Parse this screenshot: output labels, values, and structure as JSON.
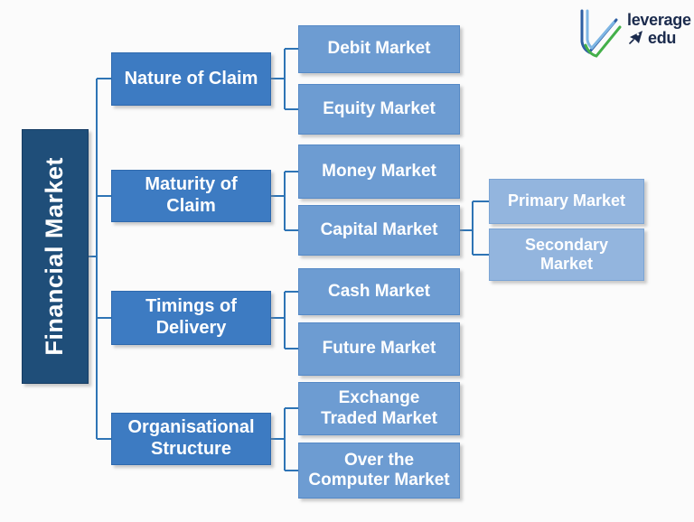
{
  "root": {
    "label": "Financial Market"
  },
  "categories": [
    {
      "label": "Nature of Claim",
      "children": [
        "Debit Market",
        "Equity Market"
      ]
    },
    {
      "label": "Maturity of\nClaim",
      "children": [
        "Money Market",
        "Capital Market"
      ]
    },
    {
      "label": "Timings of\nDelivery",
      "children": [
        "Cash Market",
        "Future Market"
      ]
    },
    {
      "label": "Organisational\nStructure",
      "children": [
        "Exchange\nTraded Market",
        "Over the\nComputer Market"
      ]
    }
  ],
  "subchildren": {
    "parent": "Capital Market",
    "items": [
      "Primary Market",
      "Secondary\nMarket"
    ]
  },
  "logo": {
    "line1": "leverage",
    "line2": "edu"
  },
  "colors": {
    "background": "#FBFBFB",
    "root_fill": "#1F4E79",
    "root_border": "#163C63",
    "category_fill": "#3D7BC2",
    "category_border": "#2E69AE",
    "child_fill": "#6D9CD2",
    "child_border": "#5589C6",
    "subchild_fill": "#93B5DE",
    "subchild_border": "#7BA4D4",
    "connector": "#2E74B5",
    "text": "#FFFFFF",
    "logo_text": "#1B2B4D",
    "logo_green": "#44B04A",
    "logo_blue": "#2E5FA3",
    "logo_lightblue": "#7EB6E4"
  }
}
